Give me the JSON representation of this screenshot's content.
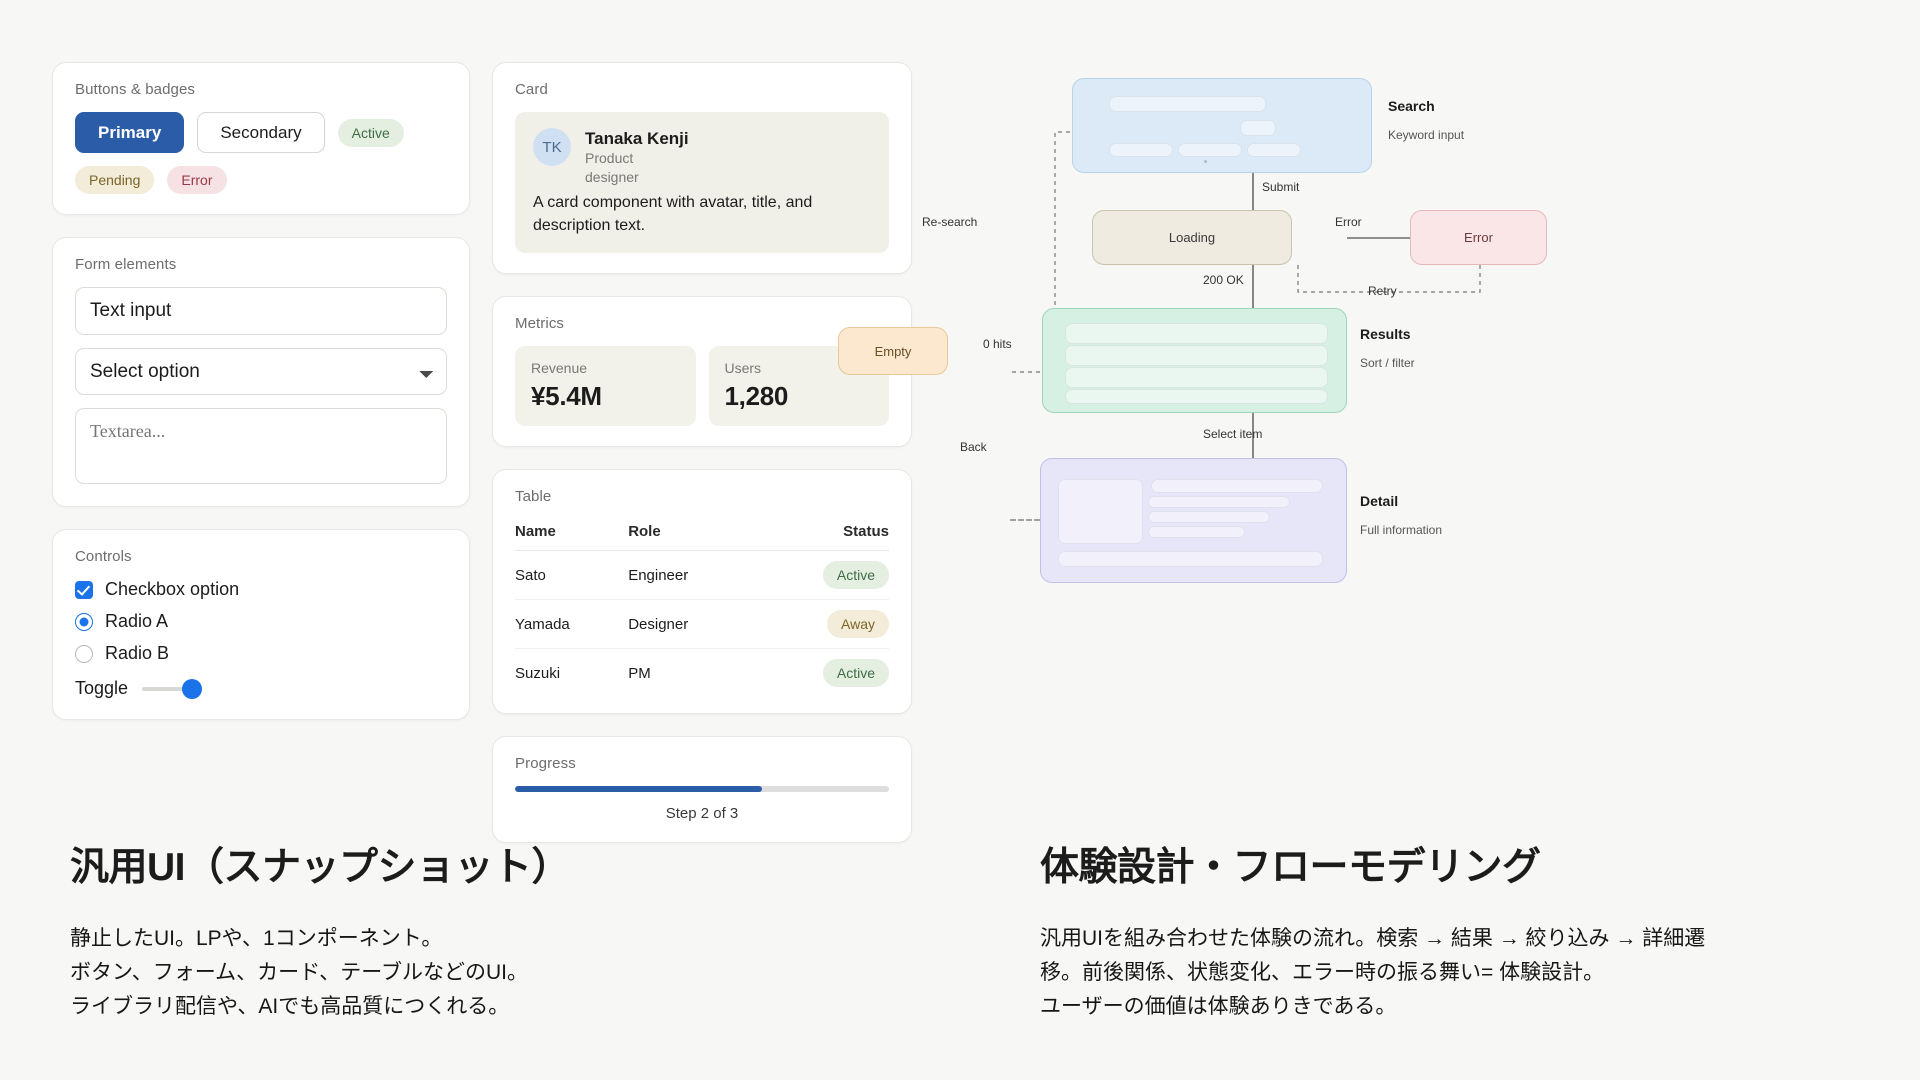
{
  "left_panel": {
    "buttons_badges": {
      "title": "Buttons & badges",
      "primary_label": "Primary",
      "secondary_label": "Secondary",
      "badge_active": "Active",
      "badge_pending": "Pending",
      "badge_error": "Error"
    },
    "form": {
      "title": "Form elements",
      "text_input_value": "Text input",
      "select_value": "Select option",
      "textarea_placeholder": "Textarea..."
    },
    "controls": {
      "title": "Controls",
      "checkbox_label": "Checkbox option",
      "radio_a_label": "Radio A",
      "radio_b_label": "Radio B",
      "toggle_label": "Toggle"
    }
  },
  "mid_panel": {
    "card": {
      "title": "Card",
      "avatar_initials": "TK",
      "name": "Tanaka Kenji",
      "role": "Product designer",
      "description": "A card component with avatar, title, and description text."
    },
    "metrics": {
      "title": "Metrics",
      "items": [
        {
          "label": "Revenue",
          "value": "¥5.4M"
        },
        {
          "label": "Users",
          "value": "1,280"
        }
      ]
    },
    "table": {
      "title": "Table",
      "columns": [
        "Name",
        "Role",
        "Status"
      ],
      "rows": [
        {
          "name": "Sato",
          "role": "Engineer",
          "status": "Active",
          "status_kind": "active"
        },
        {
          "name": "Yamada",
          "role": "Designer",
          "status": "Away",
          "status_kind": "away"
        },
        {
          "name": "Suzuki",
          "role": "PM",
          "status": "Active",
          "status_kind": "active"
        }
      ]
    },
    "progress": {
      "title": "Progress",
      "percent": 66,
      "step_text": "Step 2 of 3"
    }
  },
  "flow": {
    "nodes": [
      {
        "id": "search",
        "label": "",
        "side_title": "Search",
        "side_sub": "Keyword input"
      },
      {
        "id": "loading",
        "label": "Loading",
        "side_title": "",
        "side_sub": ""
      },
      {
        "id": "error",
        "label": "Error",
        "side_title": "",
        "side_sub": ""
      },
      {
        "id": "empty",
        "label": "Empty",
        "side_title": "",
        "side_sub": ""
      },
      {
        "id": "results",
        "label": "",
        "side_title": "Results",
        "side_sub": "Sort / filter"
      },
      {
        "id": "detail",
        "label": "",
        "side_title": "Detail",
        "side_sub": "Full information"
      }
    ],
    "edges": [
      {
        "id": "submit",
        "label": "Submit"
      },
      {
        "id": "error-edge",
        "label": "Error"
      },
      {
        "id": "retry",
        "label": "Retry"
      },
      {
        "id": "ok",
        "label": "200 OK"
      },
      {
        "id": "zero-hits",
        "label": "0 hits"
      },
      {
        "id": "re-search",
        "label": "Re-search"
      },
      {
        "id": "back",
        "label": "Back"
      },
      {
        "id": "select-item",
        "label": "Select item"
      }
    ]
  },
  "footer": {
    "left": {
      "heading": "汎用UI（スナップショット）",
      "body": "静止したUI。LPや、1コンポーネント。\nボタン、フォーム、カード、テーブルなどのUI。\nライブラリ配信や、AIでも高品質につくれる。"
    },
    "right": {
      "heading": "体験設計・フローモデリング",
      "body": "汎用UIを組み合わせた体験の流れ。検索 → 結果 → 絞り込み → 詳細遷\n移。前後関係、状態変化、エラー時の振る舞い= 体験設計。\nユーザーの価値は体験ありきである。"
    }
  },
  "colors": {
    "background": "#f7f7f5",
    "primary": "#2b5ca8",
    "accent_blue": "#1a73e8",
    "node_search": "#dceaf8",
    "node_loading": "#efebe0",
    "node_error": "#fae6e6",
    "node_empty": "#fbe8cf",
    "node_results": "#d7f0e4",
    "node_detail": "#e7e6f8"
  }
}
